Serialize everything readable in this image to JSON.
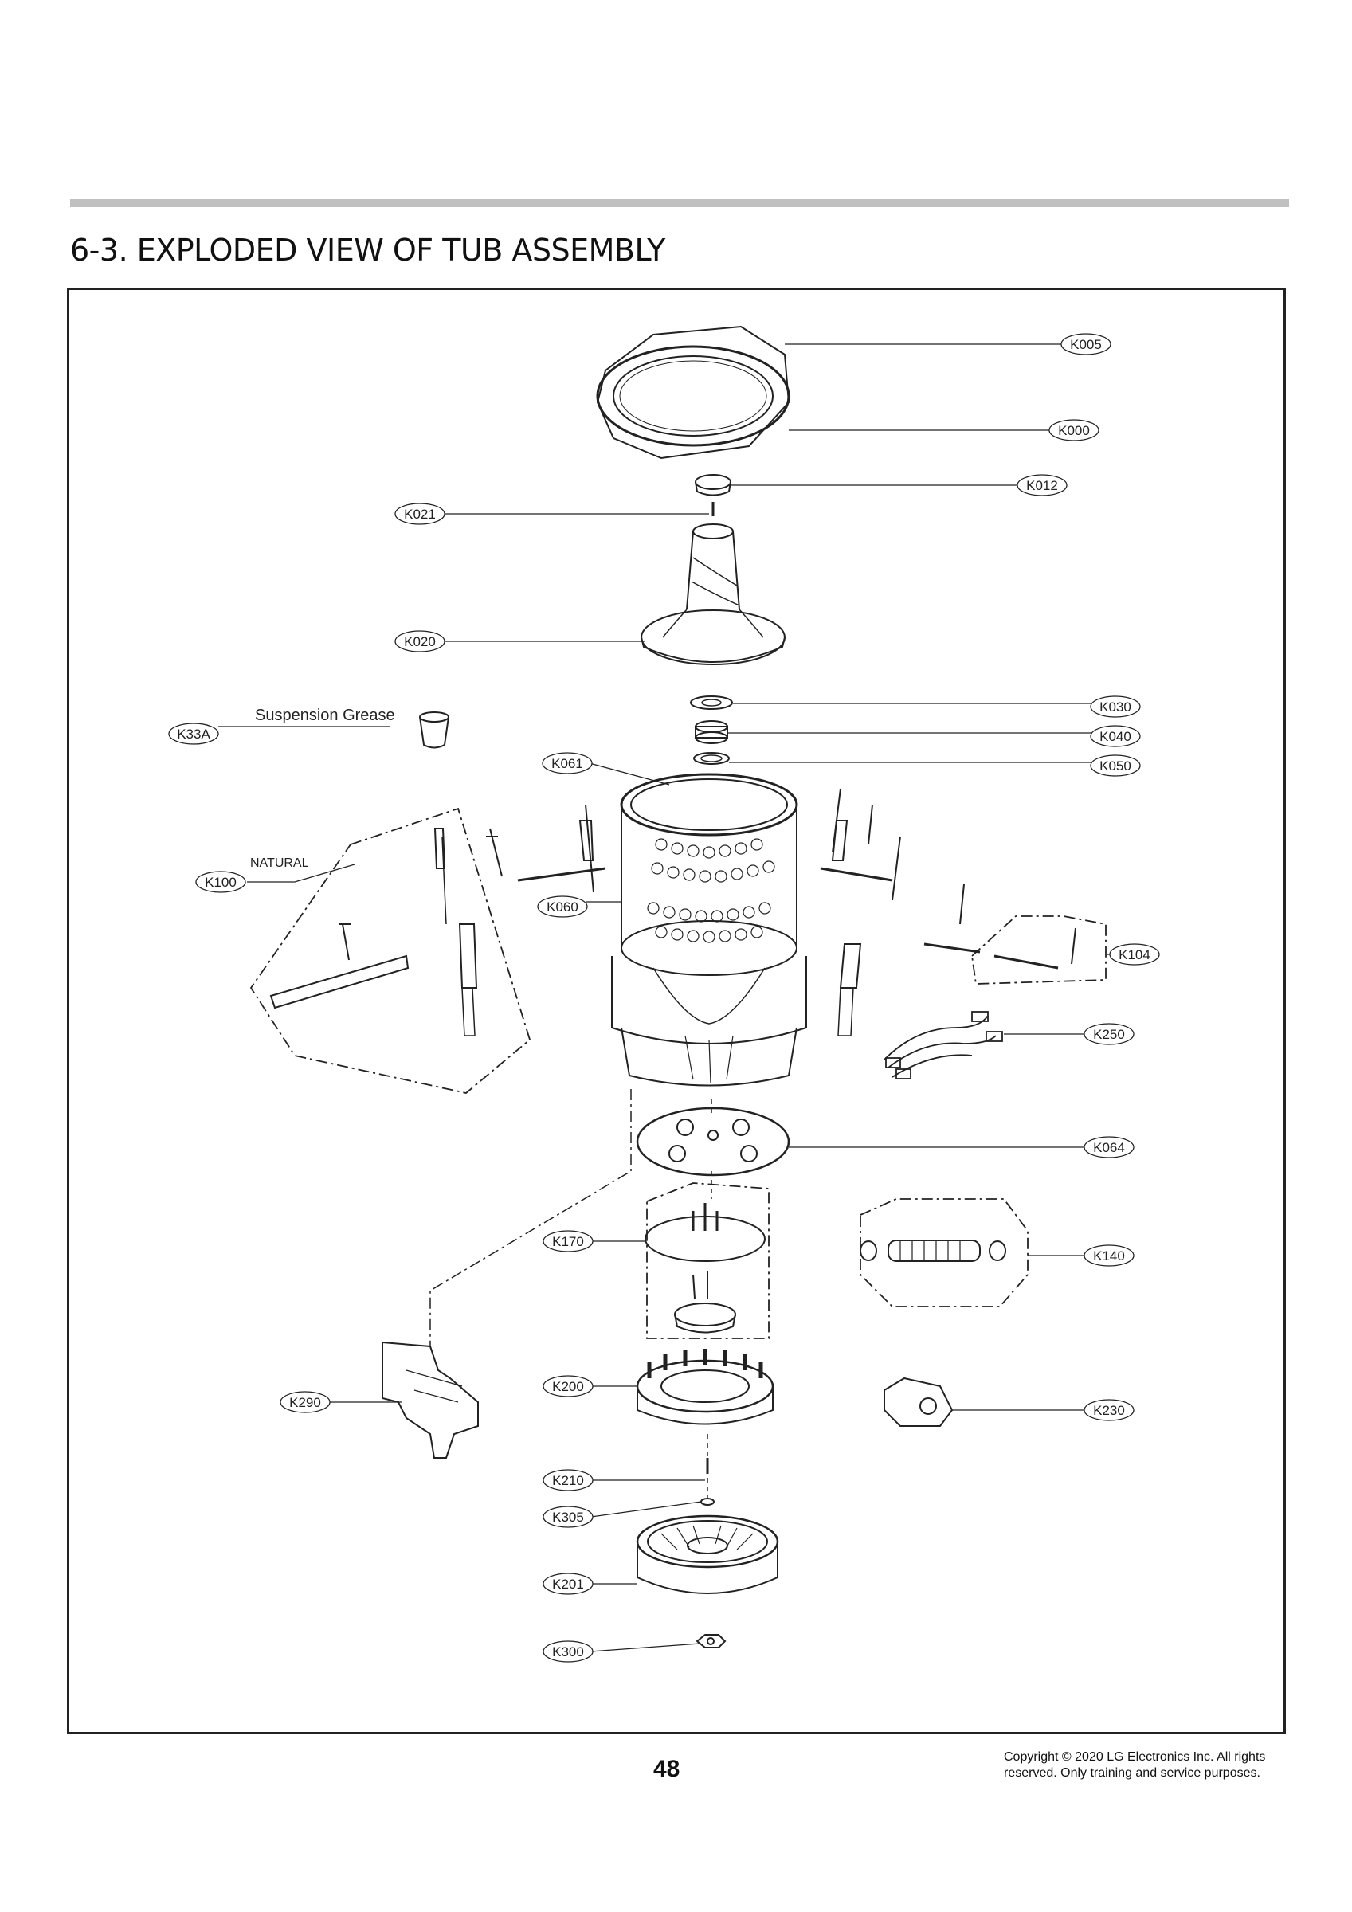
{
  "page": {
    "section_title": "6-3. EXPLODED VIEW OF TUB ASSEMBLY",
    "page_number": "48",
    "copyright_line1": "Copyright © 2020 LG Electronics Inc. All rights",
    "copyright_line2": "reserved. Only training and service purposes."
  },
  "notes": {
    "suspension_grease": "Suspension Grease",
    "natural": "NATURAL"
  },
  "callouts": [
    {
      "id": "k005",
      "label": "K005"
    },
    {
      "id": "k000",
      "label": "K000"
    },
    {
      "id": "k012",
      "label": "K012"
    },
    {
      "id": "k021",
      "label": "K021"
    },
    {
      "id": "k020",
      "label": "K020"
    },
    {
      "id": "k030",
      "label": "K030"
    },
    {
      "id": "k33a",
      "label": "K33A"
    },
    {
      "id": "k040",
      "label": "K040"
    },
    {
      "id": "k061",
      "label": "K061"
    },
    {
      "id": "k050",
      "label": "K050"
    },
    {
      "id": "k100",
      "label": "K100"
    },
    {
      "id": "k060",
      "label": "K060"
    },
    {
      "id": "k104",
      "label": "K104"
    },
    {
      "id": "k250",
      "label": "K250"
    },
    {
      "id": "k064",
      "label": "K064"
    },
    {
      "id": "k170",
      "label": "K170"
    },
    {
      "id": "k140",
      "label": "K140"
    },
    {
      "id": "k200",
      "label": "K200"
    },
    {
      "id": "k290",
      "label": "K290"
    },
    {
      "id": "k230",
      "label": "K230"
    },
    {
      "id": "k210",
      "label": "K210"
    },
    {
      "id": "k305",
      "label": "K305"
    },
    {
      "id": "k201",
      "label": "K201"
    },
    {
      "id": "k300",
      "label": "K300"
    }
  ]
}
